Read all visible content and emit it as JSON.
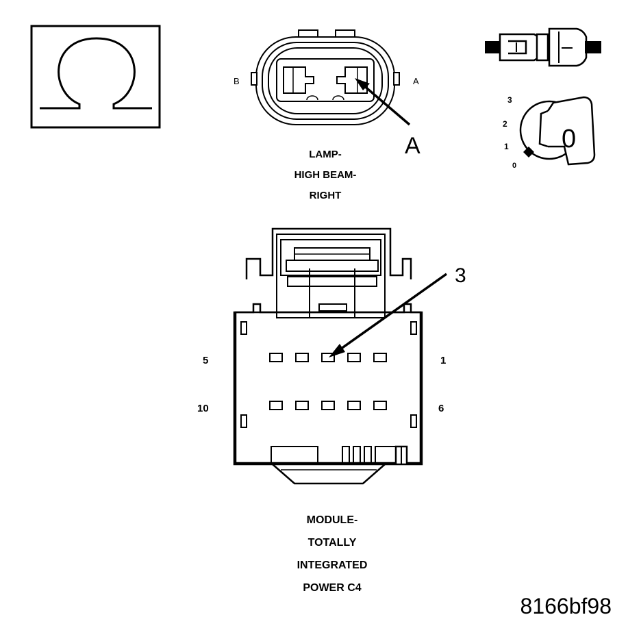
{
  "ohmmeter": {
    "symbol": "Ω"
  },
  "lamp_connector": {
    "pin_b": "B",
    "pin_a": "A",
    "callout": "A",
    "title_lines": [
      "LAMP-",
      "HIGH BEAM-",
      "RIGHT"
    ]
  },
  "ignition": {
    "positions": [
      "3",
      "2",
      "1",
      "0"
    ],
    "key_position": "0"
  },
  "module_connector": {
    "pin_top_left": "5",
    "pin_top_right": "1",
    "pin_bottom_left": "10",
    "pin_bottom_right": "6",
    "callout": "3",
    "title_lines": [
      "MODULE-",
      "TOTALLY",
      "INTEGRATED",
      "POWER C4"
    ]
  },
  "figure_id": "8166bf98"
}
